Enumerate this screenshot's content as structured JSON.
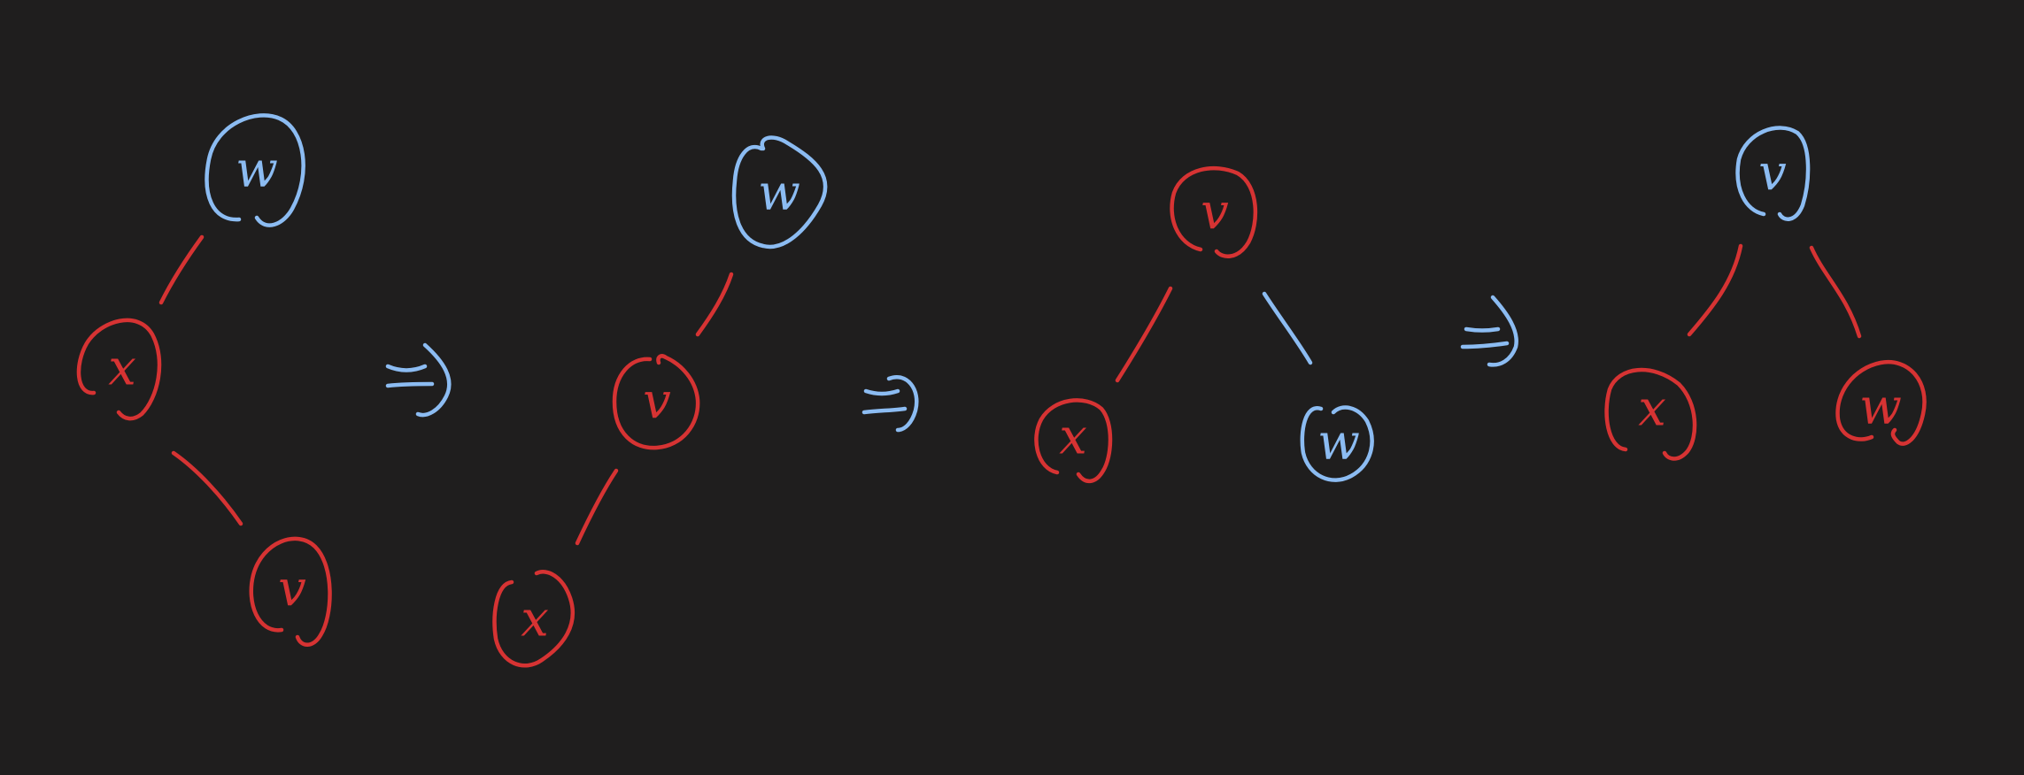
{
  "colors": {
    "background": "#1f1e1e",
    "red": "#d63333",
    "blue": "#8cbcf2"
  },
  "arrows": [
    {
      "label": "⇒",
      "color": "blue"
    },
    {
      "label": "⇒",
      "color": "blue"
    },
    {
      "label": "⇒",
      "color": "blue"
    }
  ],
  "trees": [
    {
      "nodes": [
        {
          "id": "w",
          "label": "w",
          "color": "blue"
        },
        {
          "id": "x",
          "label": "x",
          "color": "red"
        },
        {
          "id": "v",
          "label": "v",
          "color": "red"
        }
      ],
      "edges": [
        {
          "from": "w",
          "to": "x",
          "color": "red"
        },
        {
          "from": "x",
          "to": "v",
          "color": "red"
        }
      ]
    },
    {
      "nodes": [
        {
          "id": "w",
          "label": "w",
          "color": "blue"
        },
        {
          "id": "v",
          "label": "v",
          "color": "red"
        },
        {
          "id": "x",
          "label": "x",
          "color": "red"
        }
      ],
      "edges": [
        {
          "from": "w",
          "to": "v",
          "color": "red"
        },
        {
          "from": "v",
          "to": "x",
          "color": "red"
        }
      ]
    },
    {
      "nodes": [
        {
          "id": "v",
          "label": "v",
          "color": "red"
        },
        {
          "id": "x",
          "label": "x",
          "color": "red"
        },
        {
          "id": "w",
          "label": "w",
          "color": "blue"
        }
      ],
      "edges": [
        {
          "from": "v",
          "to": "x",
          "color": "red"
        },
        {
          "from": "v",
          "to": "w",
          "color": "blue"
        }
      ]
    },
    {
      "nodes": [
        {
          "id": "v",
          "label": "v",
          "color": "blue"
        },
        {
          "id": "x",
          "label": "x",
          "color": "red"
        },
        {
          "id": "w",
          "label": "w",
          "color": "red"
        }
      ],
      "edges": [
        {
          "from": "v",
          "to": "x",
          "color": "red"
        },
        {
          "from": "v",
          "to": "w",
          "color": "red"
        }
      ]
    }
  ]
}
